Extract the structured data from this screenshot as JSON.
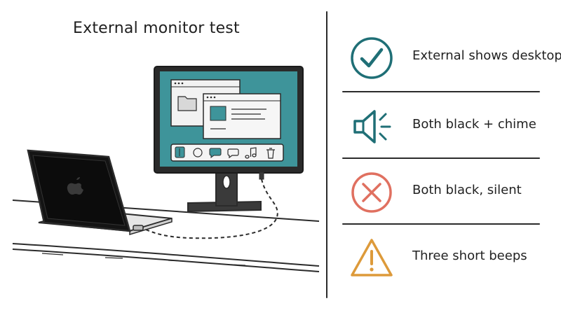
{
  "title": "External monitor test",
  "colors": {
    "teal": "#1f6f76",
    "screen": "#3e949a",
    "red": "#e07060",
    "orange": "#dd9a3a",
    "ink": "#2b2b2b"
  },
  "outcomes": [
    {
      "icon": "check-circle-icon",
      "label": "External shows desktop"
    },
    {
      "icon": "speaker-icon",
      "label": "Both black + chime"
    },
    {
      "icon": "x-circle-icon",
      "label": "Both black, silent"
    },
    {
      "icon": "warning-triangle-icon",
      "label": "Three short beeps"
    }
  ]
}
